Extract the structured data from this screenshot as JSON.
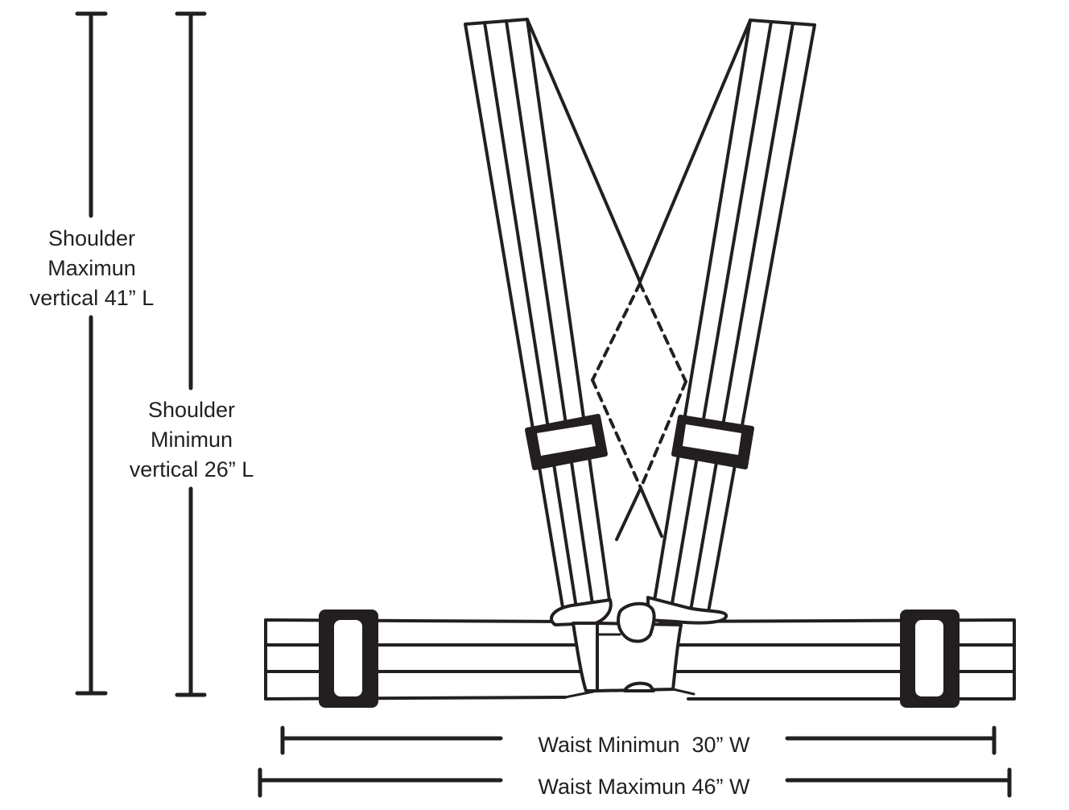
{
  "labels": {
    "shoulder_max": [
      "Shoulder",
      "Maximun",
      "vertical 41” L"
    ],
    "shoulder_min": [
      "Shoulder",
      "Minimun",
      "vertical 26” L"
    ],
    "waist_min": "Waist Minimun  30” W",
    "waist_max": "Waist Maximun 46” W"
  },
  "colors": {
    "line": "#231f20",
    "background": "#ffffff"
  }
}
